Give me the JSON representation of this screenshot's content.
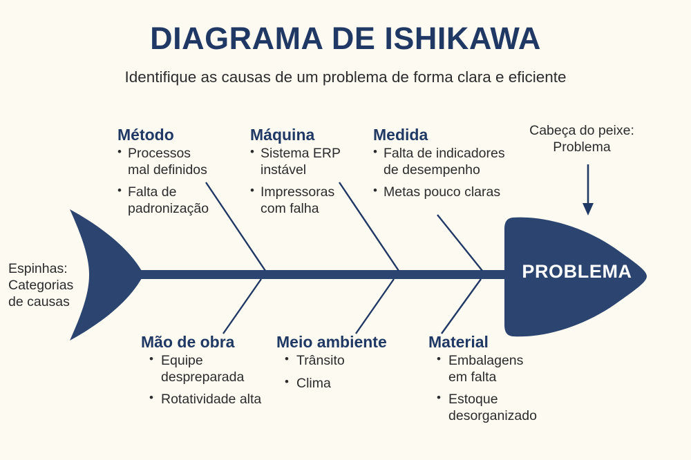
{
  "header": {
    "title": "DIAGRAMA DE ISHIKAWA",
    "subtitle": "Identifique as causas de um problema de forma clara e eficiente"
  },
  "colors": {
    "background": "#fdfaf2",
    "navy": "#2c4570",
    "title_navy": "#1f3864",
    "text": "#2b2b2b",
    "head_text": "#ffffff"
  },
  "diagram": {
    "problem_label": "PROBLEMA",
    "annotations": {
      "head": "Cabeça do peixe:\nProblema",
      "bones": "Espinhas:\nCategorias\nde causas"
    },
    "categories": [
      {
        "id": "metodo",
        "label": "Método",
        "position": "top",
        "causes": [
          "Processos\nmal definidos",
          "Falta de\npadronização"
        ]
      },
      {
        "id": "maquina",
        "label": "Máquina",
        "position": "top",
        "causes": [
          "Sistema ERP\ninstável",
          "Impressoras\ncom falha"
        ]
      },
      {
        "id": "medida",
        "label": "Medida",
        "position": "top",
        "causes": [
          "Falta de indicadores\nde desempenho",
          "Metas pouco claras"
        ]
      },
      {
        "id": "mao-de-obra",
        "label": "Mão de obra",
        "position": "bottom",
        "causes": [
          "Equipe\ndespreparada",
          "Rotatividade alta"
        ]
      },
      {
        "id": "meio-ambiente",
        "label": "Meio ambiente",
        "position": "bottom",
        "causes": [
          "Trânsito",
          "Clima"
        ]
      },
      {
        "id": "material",
        "label": "Material",
        "position": "bottom",
        "causes": [
          "Embalagens\nem falta",
          "Estoque\ndesorganizado"
        ]
      }
    ]
  }
}
